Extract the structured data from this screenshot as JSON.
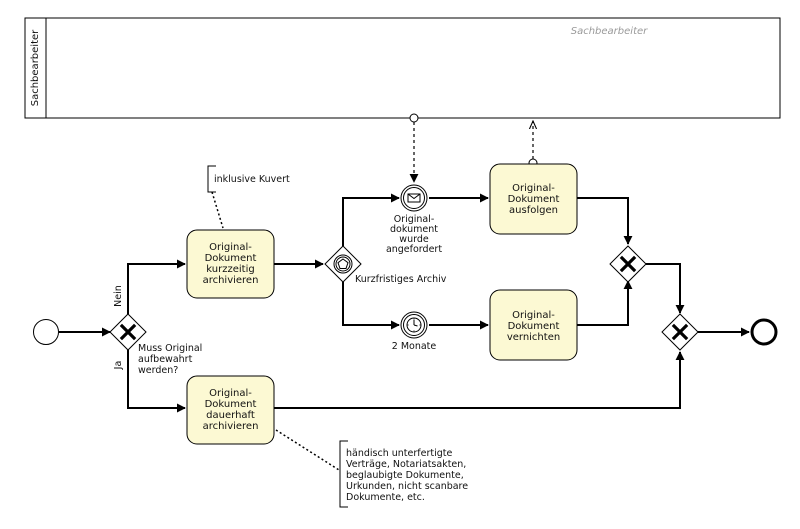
{
  "pool": {
    "lane_label": "Sachbearbeiter",
    "title": "Sachbearbeiter"
  },
  "tasks": {
    "kurzzeitig": [
      "Original-",
      "Dokument",
      "kurzzeitig",
      "archivieren"
    ],
    "dauerhaft": [
      "Original-",
      "Dokument",
      "dauerhaft",
      "archivieren"
    ],
    "ausfolgen": [
      "Original-",
      "Dokument",
      "ausfolgen"
    ],
    "vernichten": [
      "Original-",
      "Dokument",
      "vernichten"
    ]
  },
  "gateways": {
    "decision_label": [
      "Muss Original",
      "aufbewahrt",
      "werden?"
    ],
    "event_based_label": "Kurzfristiges Archiv"
  },
  "flows": {
    "yes": "Ja",
    "no": "Nein"
  },
  "events": {
    "message_label": [
      "Original-",
      "dokument",
      "wurde",
      "angefordert"
    ],
    "timer_label": "2 Monate"
  },
  "annotations": {
    "kuvert": "inklusive Kuvert",
    "documents": [
      "händisch unterfertigte",
      "Verträge, Notariatsakten,",
      "beglaubigte Dokumente,",
      "Urkunden, nicht scanbare",
      "Dokumente, etc."
    ]
  },
  "colors": {
    "task_fill": "#fcf9d3",
    "stroke": "#000000",
    "pool_title": "#9a9a9a"
  }
}
